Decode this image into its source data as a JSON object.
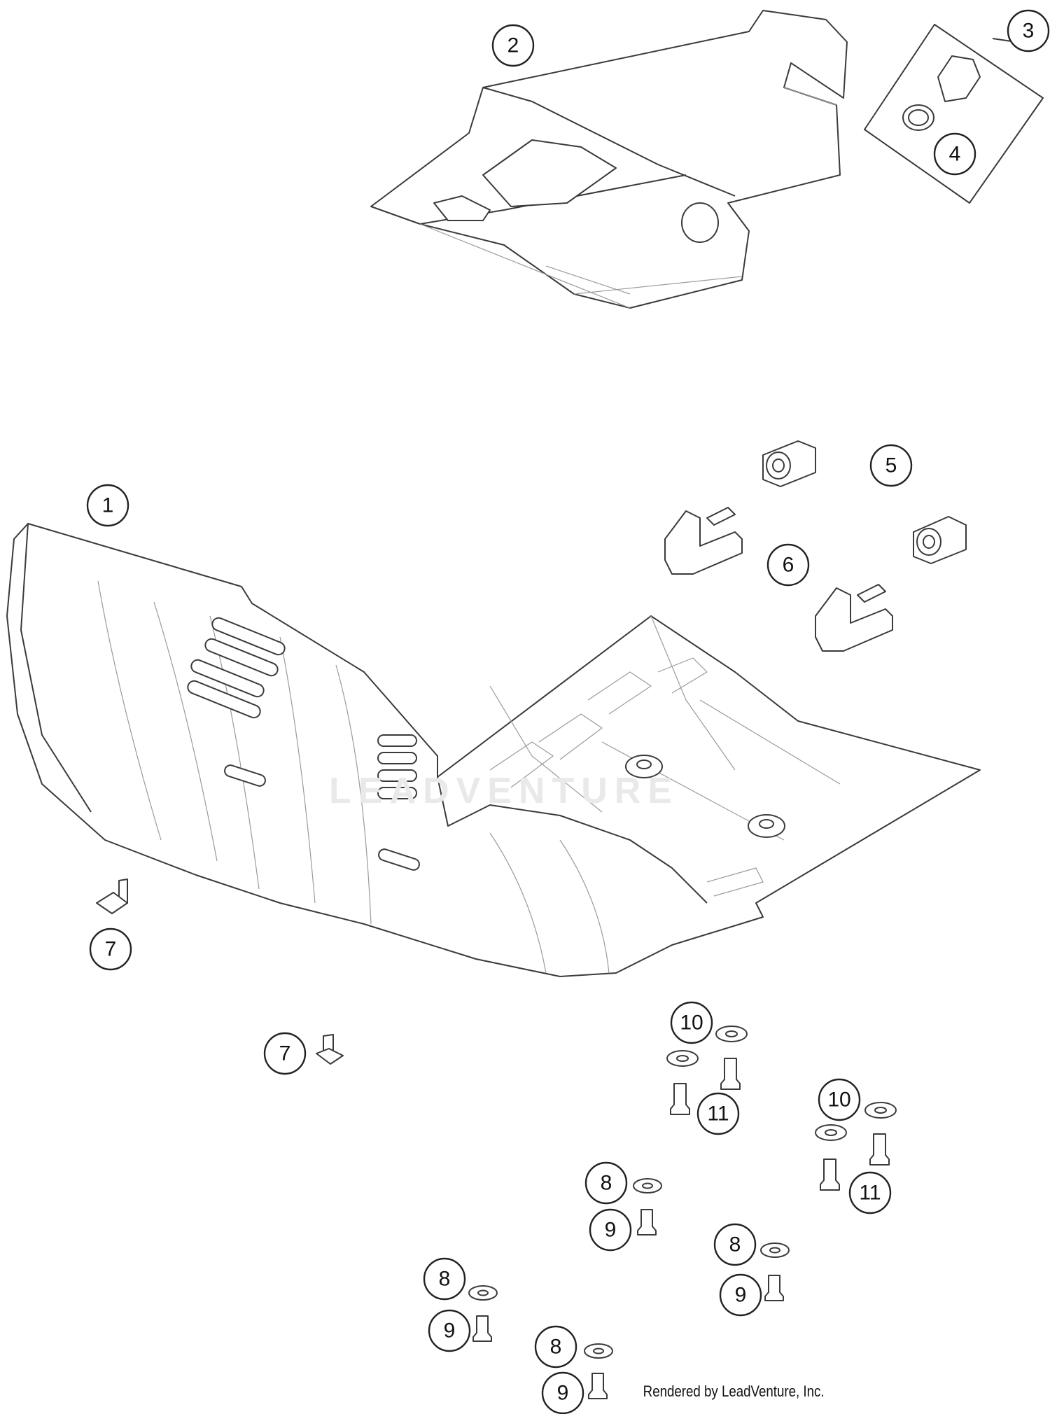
{
  "callouts": [
    {
      "id": "c1",
      "label": "1"
    },
    {
      "id": "c2",
      "label": "2"
    },
    {
      "id": "c3",
      "label": "3"
    },
    {
      "id": "c4",
      "label": "4"
    },
    {
      "id": "c5",
      "label": "5"
    },
    {
      "id": "c6",
      "label": "6"
    },
    {
      "id": "c7a",
      "label": "7"
    },
    {
      "id": "c7b",
      "label": "7"
    },
    {
      "id": "c8a",
      "label": "8"
    },
    {
      "id": "c8b",
      "label": "8"
    },
    {
      "id": "c8c",
      "label": "8"
    },
    {
      "id": "c8d",
      "label": "8"
    },
    {
      "id": "c9a",
      "label": "9"
    },
    {
      "id": "c9b",
      "label": "9"
    },
    {
      "id": "c9c",
      "label": "9"
    },
    {
      "id": "c9d",
      "label": "9"
    },
    {
      "id": "c10a",
      "label": "10"
    },
    {
      "id": "c10b",
      "label": "10"
    },
    {
      "id": "c11a",
      "label": "11"
    },
    {
      "id": "c11b",
      "label": "11"
    }
  ],
  "watermark_text": "LEADVENTURE",
  "credit_text": "Rendered by LeadVenture, Inc.",
  "colors": {
    "line": "#3a3a3a",
    "background": "#ffffff",
    "watermark": "#e9e9e9"
  }
}
